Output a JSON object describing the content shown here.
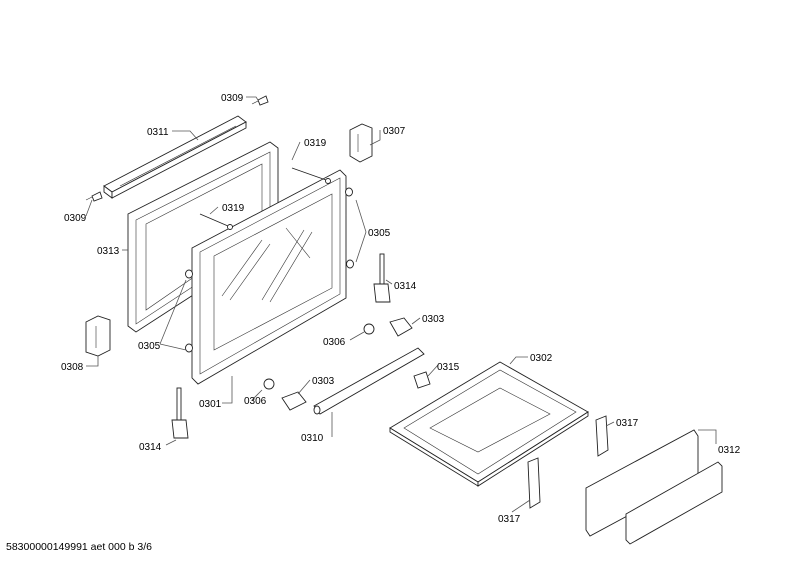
{
  "footer": {
    "text": "58300000149991 aet 000 b 3/6"
  },
  "labels": {
    "l0309a": "0309",
    "l0311": "0311",
    "l0307": "0307",
    "l0319a": "0319",
    "l0309b": "0309",
    "l0319b": "0319",
    "l0305a": "0305",
    "l0313": "0313",
    "l0314a": "0314",
    "l0303a": "0303",
    "l0306a": "0306",
    "l0305b": "0305",
    "l0308": "0308",
    "l0315": "0315",
    "l0302": "0302",
    "l0301": "0301",
    "l0306b": "0306",
    "l0303b": "0303",
    "l0314b": "0314",
    "l0310": "0310",
    "l0317a": "0317",
    "l0312": "0312",
    "l0317b": "0317"
  }
}
